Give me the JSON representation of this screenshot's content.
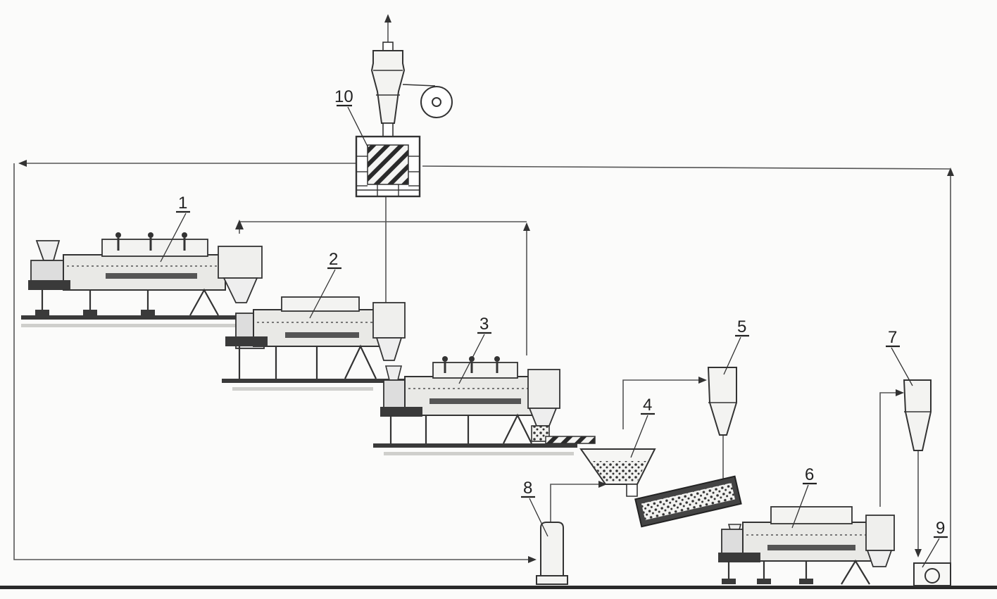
{
  "diagram": {
    "labels": [
      {
        "id": "1",
        "text": "1"
      },
      {
        "id": "2",
        "text": "2"
      },
      {
        "id": "3",
        "text": "3"
      },
      {
        "id": "4",
        "text": "4"
      },
      {
        "id": "5",
        "text": "5"
      },
      {
        "id": "6",
        "text": "6"
      },
      {
        "id": "7",
        "text": "7"
      },
      {
        "id": "8",
        "text": "8"
      },
      {
        "id": "9",
        "text": "9"
      },
      {
        "id": "10",
        "text": "10"
      }
    ],
    "colors": {
      "line": "#555555",
      "machine": "#e9e9e6",
      "dark": "#3a3a3a",
      "ground": "#cfcfcc"
    }
  }
}
